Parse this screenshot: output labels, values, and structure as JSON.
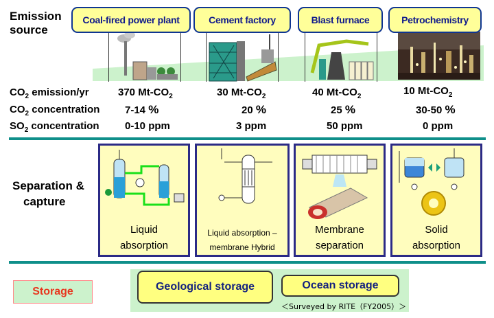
{
  "labels": {
    "emission_source": [
      "Emission",
      "source"
    ],
    "separation": [
      "Separation &",
      "capture"
    ],
    "storage": "Storage"
  },
  "sources": [
    {
      "name": "Coal-fired power plant",
      "emission": "370 Mt-CO",
      "emission_sub": "2",
      "concentration": "7-14",
      "so2": "0-10 ppm"
    },
    {
      "name": "Cement factory",
      "emission": "30 Mt-CO",
      "emission_sub": "2",
      "concentration": "20",
      "so2": "3 ppm"
    },
    {
      "name": "Blast furnace",
      "emission": "40 Mt-CO",
      "emission_sub": "2",
      "concentration": "25",
      "so2": "50 ppm"
    },
    {
      "name": "Petrochemistry",
      "emission": "10 Mt-CO",
      "emission_sub": "2",
      "concentration": "30-50",
      "so2": "0 ppm"
    }
  ],
  "rows": {
    "emission": {
      "pre": "CO",
      "sub": "2",
      "post": " emission/yr"
    },
    "concentration": {
      "pre": "CO",
      "sub": "2",
      "post": " concentration"
    },
    "so2": {
      "pre": "SO",
      "sub": "2",
      "post": " concentration"
    }
  },
  "percent_sign": "%",
  "methods": [
    {
      "line1": "Liquid",
      "line2": "absorption"
    },
    {
      "line1": "Liquid absorption –",
      "line2": "membrane Hybrid"
    },
    {
      "line1": "Membrane",
      "line2": "separation"
    },
    {
      "line1": "Solid",
      "line2": "absorption"
    }
  ],
  "storage_options": [
    "Geological storage",
    "Ocean storage"
  ],
  "footnote": "＜Surveyed by RITE（FY2005）＞",
  "colors": {
    "teal_divider": "#0f8f8a",
    "panel_border": "#2b2a86",
    "tab_fill": "#ffff99",
    "storage_text": "#e8371f"
  }
}
